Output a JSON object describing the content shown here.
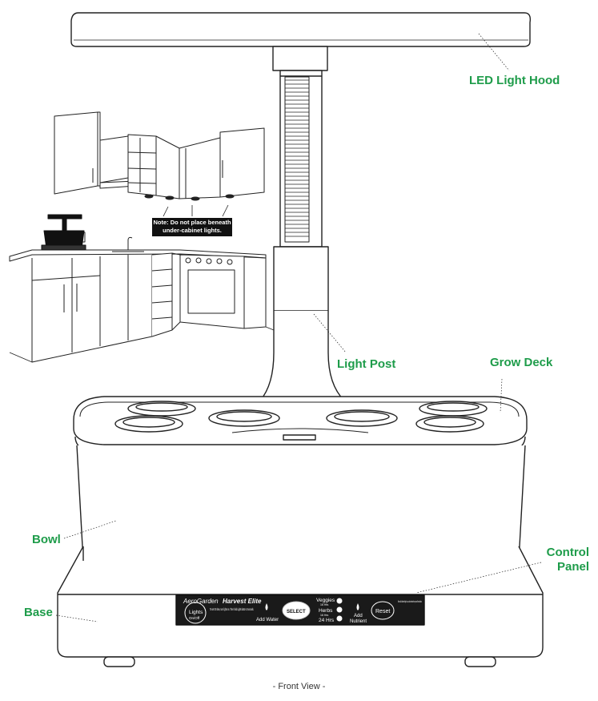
{
  "labels": {
    "led_light_hood": "LED Light Hood",
    "light_post": "Light Post",
    "grow_deck": "Grow Deck",
    "bowl": "Bowl",
    "control_panel": "Control Panel",
    "base": "Base"
  },
  "note": {
    "line1": "Note: Do not place beneath",
    "line2": "under-cabinet lights."
  },
  "panel": {
    "brand": "AeroGarden",
    "model": "Harvest Elite",
    "lights_button": "Lights",
    "lights_sub": "On/Off",
    "lights_help": "To set ON time, turn lights on. Then hold Lights button 3 seconds.",
    "add_water": "Add Water",
    "select_button": "SELECT",
    "veggies": "Veggies",
    "veggies_hrs": "16 Hrs",
    "herbs": "Herbs",
    "herbs_hrs": "16 Hrs",
    "hrs24": "24 Hrs",
    "add_nutrient_1": "Add",
    "add_nutrient_2": "Nutrient",
    "reset_button": "Reset",
    "reset_help": "When Add Nutrient light is on, add nutrients then press Reset button."
  },
  "caption": "- Front View -",
  "colors": {
    "label_green": "#1e9c4a",
    "line": "#222222",
    "panel_bg": "#1a1a1a"
  }
}
